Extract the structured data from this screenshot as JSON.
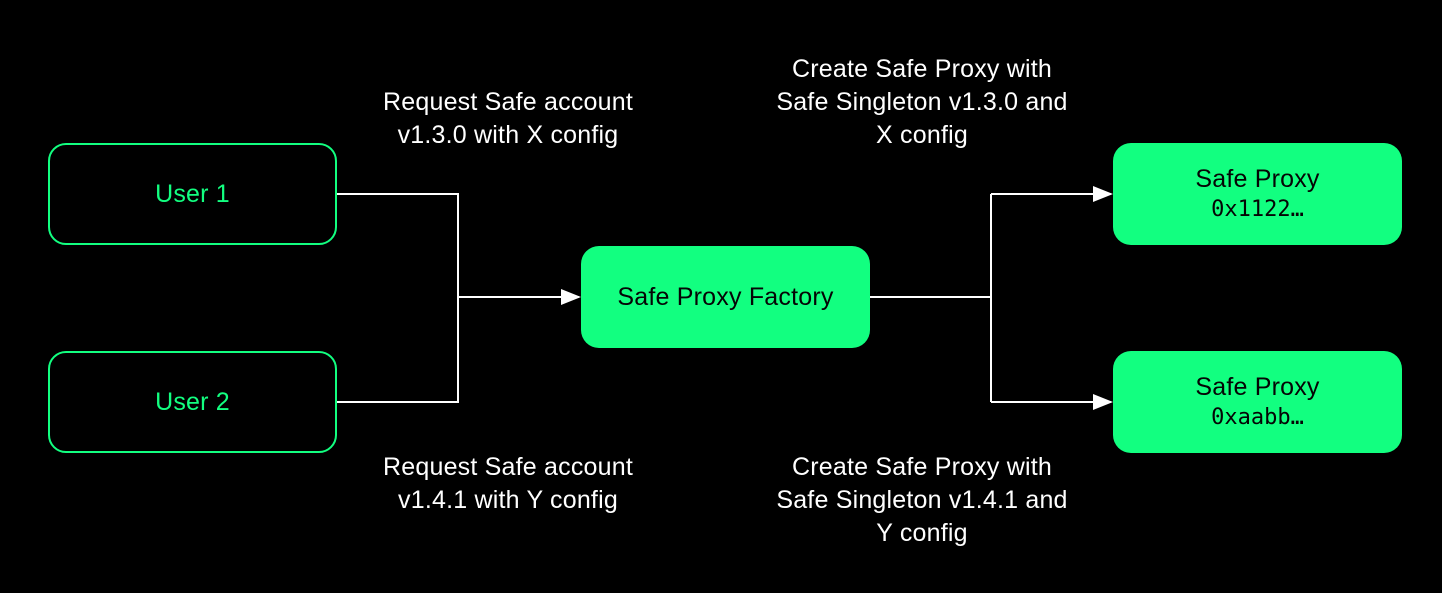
{
  "colors": {
    "background": "#000000",
    "accent_green": "#12FF80",
    "connector": "#FFFFFF",
    "text_light": "#FFFFFF",
    "text_dark": "#050505"
  },
  "nodes": {
    "user1": {
      "label": "User 1"
    },
    "user2": {
      "label": "User 2"
    },
    "factory": {
      "label": "Safe Proxy Factory"
    },
    "proxy1": {
      "title": "Safe Proxy",
      "address": "0x1122…"
    },
    "proxy2": {
      "title": "Safe Proxy",
      "address": "0xaabb…"
    }
  },
  "annotations": {
    "request_top": "Request Safe account\nv1.3.0 with X config",
    "create_top": "Create Safe Proxy with\nSafe Singleton v1.3.0 and\nX config",
    "request_bottom": "Request Safe account\nv1.4.1 with Y config",
    "create_bottom": "Create Safe Proxy with\nSafe Singleton v1.4.1 and\nY config"
  }
}
